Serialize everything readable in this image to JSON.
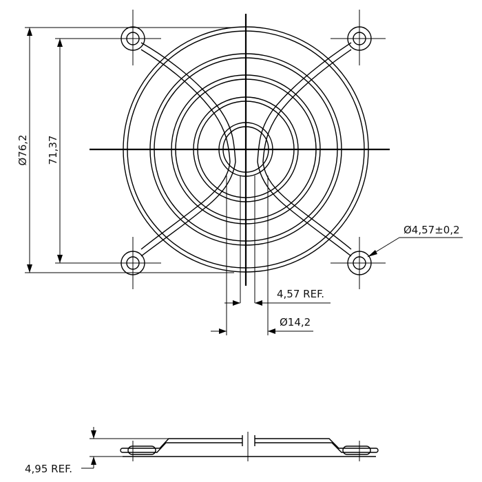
{
  "dimensions": {
    "outer_diameter": "Ø76,2",
    "hole_spacing": "71,37",
    "hole_diameter": "Ø4,57±0,2",
    "wire_gap": "4,57 REF.",
    "hub_diameter": "Ø14,2",
    "thickness": "4,95 REF."
  }
}
